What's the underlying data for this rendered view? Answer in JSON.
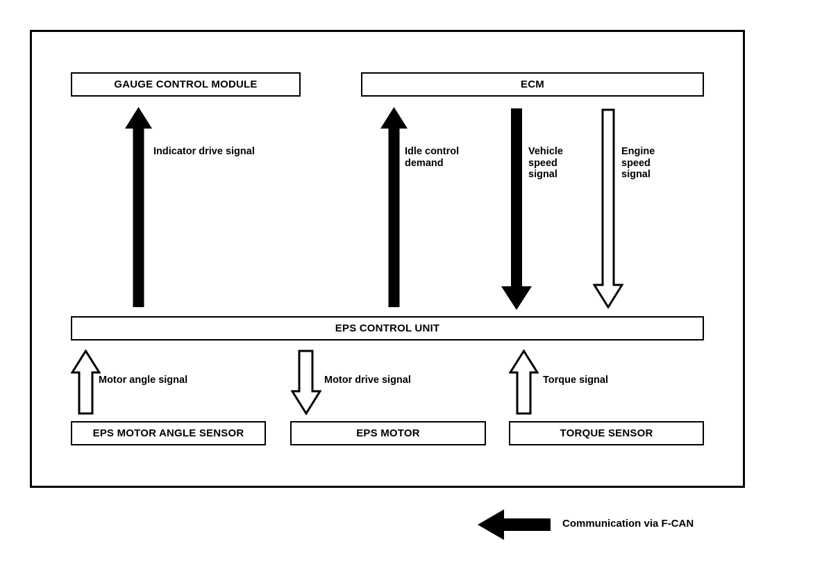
{
  "diagram": {
    "title_boxes": {
      "gauge_control_module": "GAUGE CONTROL MODULE",
      "ecm": "ECM",
      "eps_control_unit": "EPS CONTROL UNIT",
      "eps_motor_angle_sensor": "EPS MOTOR ANGLE SENSOR",
      "eps_motor": "EPS MOTOR",
      "torque_sensor": "TORQUE SENSOR"
    },
    "signal_labels": {
      "indicator_drive_signal": "Indicator drive signal",
      "idle_control_demand": "Idle control\ndemand",
      "vehicle_speed_signal": "Vehicle\nspeed\nsignal",
      "engine_speed_signal": "Engine\nspeed\nsignal",
      "motor_angle_signal": "Motor angle signal",
      "motor_drive_signal": "Motor drive signal",
      "torque_signal": "Torque signal"
    },
    "legend": {
      "fcan_label": "Communication via F-CAN"
    },
    "arrows": [
      {
        "name": "indicator-drive-signal-arrow",
        "direction": "up",
        "style": "filled"
      },
      {
        "name": "idle-control-demand-arrow",
        "direction": "up",
        "style": "filled"
      },
      {
        "name": "vehicle-speed-signal-arrow",
        "direction": "down",
        "style": "filled"
      },
      {
        "name": "engine-speed-signal-arrow",
        "direction": "down",
        "style": "hollow"
      },
      {
        "name": "motor-angle-signal-arrow",
        "direction": "up",
        "style": "hollow"
      },
      {
        "name": "motor-drive-signal-arrow",
        "direction": "down",
        "style": "hollow"
      },
      {
        "name": "torque-signal-arrow",
        "direction": "up",
        "style": "hollow"
      },
      {
        "name": "fcan-legend-arrow",
        "direction": "left",
        "style": "filled"
      }
    ],
    "colors": {
      "line": "#000000",
      "background": "#ffffff",
      "fill_solid": "#000000",
      "fill_hollow": "#ffffff"
    }
  }
}
